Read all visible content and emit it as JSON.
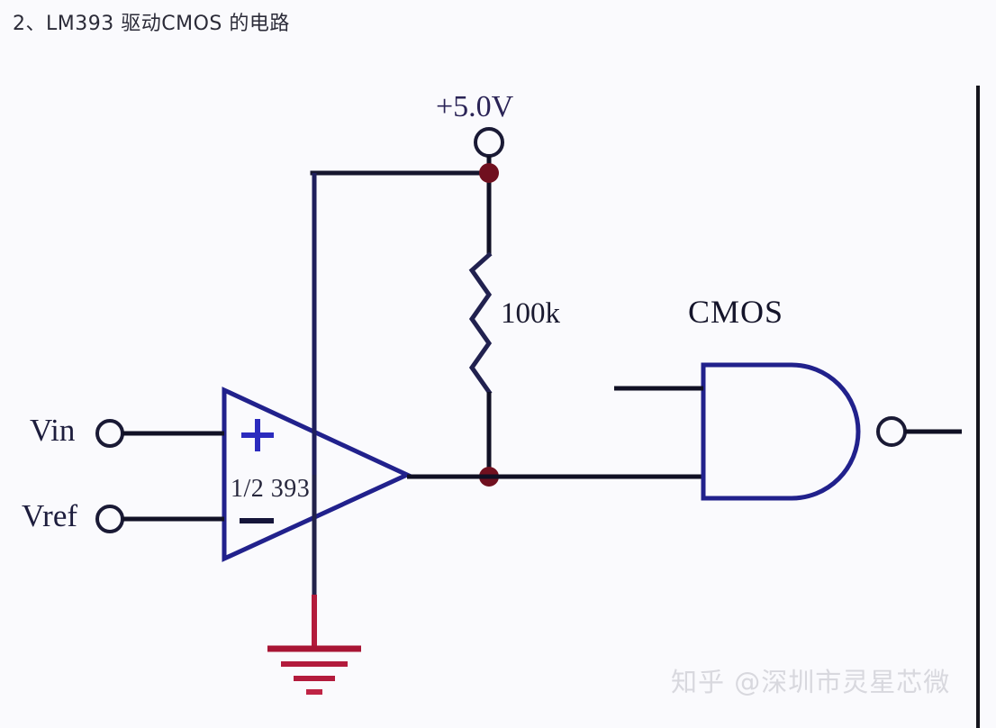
{
  "page": {
    "title": "2、LM393 驱动CMOS 的电路",
    "background_color": "#fafafd",
    "watermark": "知乎 @深圳市灵星芯微"
  },
  "schematic": {
    "type": "circuit-diagram",
    "description": "LM393 comparator driving a CMOS NAND gate",
    "colors": {
      "wire_dark": "#101024",
      "component_blue": "#1f1f6e",
      "junction_red": "#7a0f1e",
      "ground_red": "#b31b3c",
      "label_ink": "#1b1b3a",
      "watermark_gray": "#d8d8de"
    },
    "labels": {
      "supply": "+5.0V",
      "resistor": "100k",
      "gate": "CMOS",
      "input_signal": "Vin",
      "input_reference": "Vref",
      "opamp": "1/2 393",
      "opamp_plus": "+",
      "opamp_minus": "−"
    },
    "nets": [
      {
        "name": "vcc",
        "label": "+5.0V"
      },
      {
        "name": "comparator-output",
        "label": ""
      },
      {
        "name": "gate-output",
        "label": ""
      }
    ],
    "components": [
      {
        "ref": "R1",
        "kind": "resistor",
        "value": "100k"
      },
      {
        "ref": "U1",
        "kind": "comparator",
        "value": "1/2 393"
      },
      {
        "ref": "U2",
        "kind": "nand-gate",
        "value": "CMOS"
      },
      {
        "ref": "GND",
        "kind": "ground",
        "value": ""
      }
    ]
  }
}
